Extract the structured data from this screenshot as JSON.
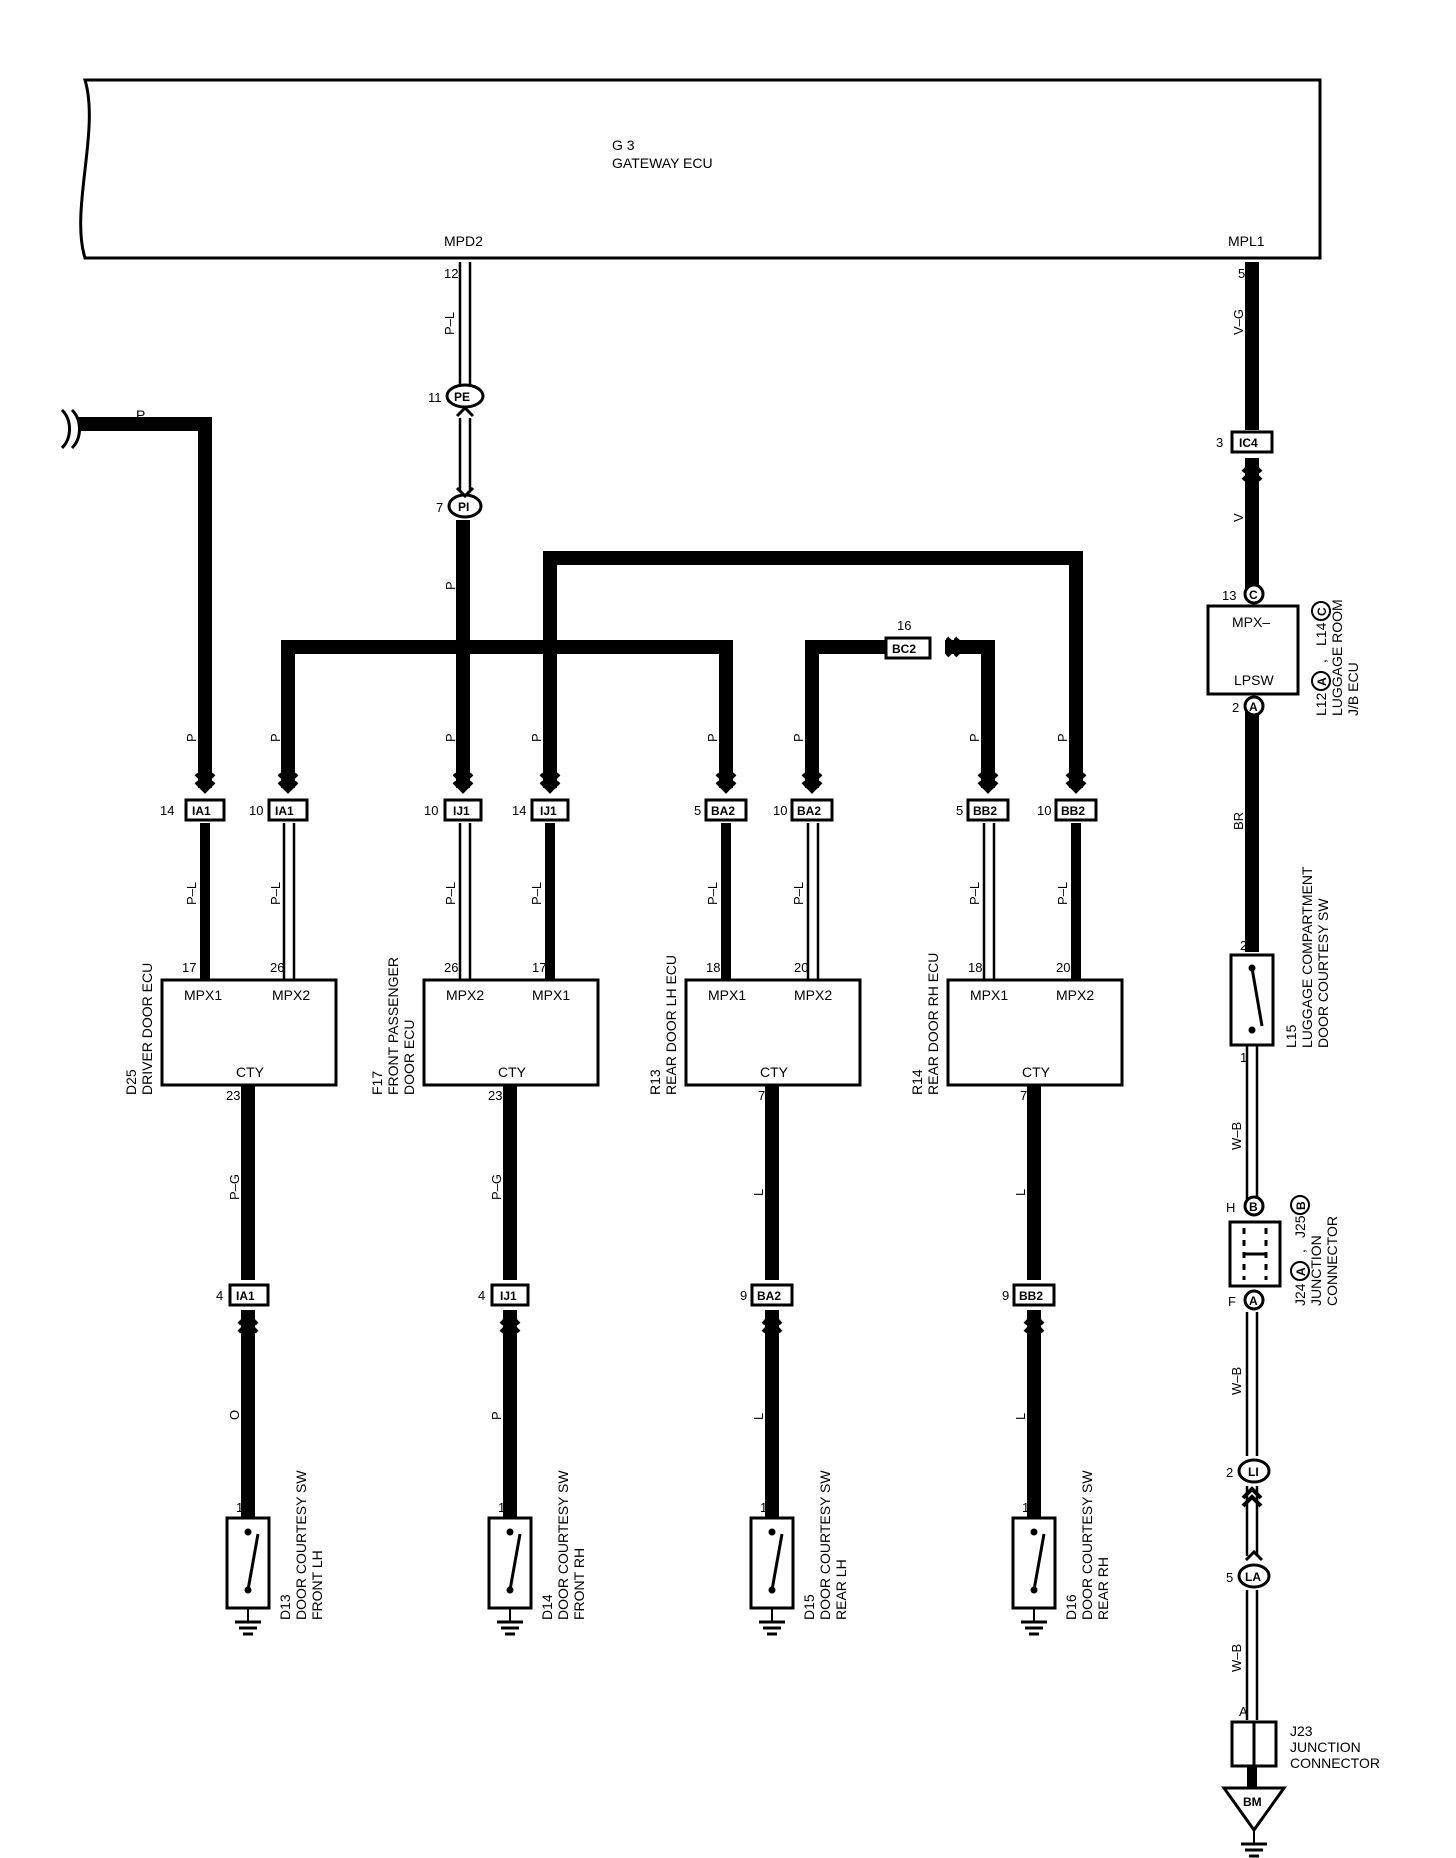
{
  "gateway": {
    "id": "G 3",
    "name": "GATEWAY ECU",
    "term_left": "MPD2",
    "term_right": "MPL1"
  },
  "wire_colors": {
    "p_l": "P–L",
    "p": "P",
    "v_g": "V–G",
    "v": "V",
    "br": "BR",
    "p_g": "P–G",
    "o": "O",
    "l": "L",
    "w_b": "W–B"
  },
  "junctions": {
    "pe": "PE",
    "pi": "PI",
    "li": "LI",
    "la": "LA",
    "bm": "BM"
  },
  "connectors": {
    "ic4": "IC4",
    "bc2": "BC2",
    "ia1": "IA1",
    "ij1": "IJ1",
    "ba2": "BA2",
    "bb2": "BB2"
  },
  "pins": {
    "p12": "12",
    "p11": "11",
    "p7": "7",
    "p5": "5",
    "p3": "3",
    "p13": "13",
    "p2": "2",
    "p16": "16",
    "p14": "14",
    "p10": "10",
    "p17": "17",
    "p26": "26",
    "p18": "18",
    "p20": "20",
    "p23": "23",
    "p4": "4",
    "p9": "9",
    "p1": "1",
    "pA": "A",
    "pC": "C",
    "pB": "B",
    "pH": "H",
    "pF": "F"
  },
  "ecus": {
    "mpx1": "MPX1",
    "mpx2": "MPX2",
    "cty": "CTY",
    "d25_id": "D25",
    "d25_name": "DRIVER DOOR ECU",
    "f17_id": "F17",
    "f17_name1": "FRONT PASSENGER",
    "f17_name2": "DOOR ECU",
    "r13_id": "R13",
    "r13_name": "REAR DOOR LH ECU",
    "r14_id": "R14",
    "r14_name": "REAR DOOR RH ECU"
  },
  "luggage_ecu": {
    "mpx": "MPX–",
    "lpsw": "LPSW",
    "ids": "L12",
    "ids_sep": ",",
    "ids2": "L14",
    "name1": "LUGGAGE ROOM",
    "name2": "J/B ECU"
  },
  "luggage_sw": {
    "id": "L15",
    "name1": "LUGGAGE COMPARTMENT",
    "name2": "DOOR COURTESY SW"
  },
  "junction_connector": {
    "ids": "J24",
    "ids_sep": ",",
    "ids2": "J25",
    "name1": "JUNCTION",
    "name2": "CONNECTOR"
  },
  "j23": {
    "id": "J23",
    "name1": "JUNCTION",
    "name2": "CONNECTOR"
  },
  "switches": {
    "d13_id": "D13",
    "d13_name1": "DOOR COURTESY SW",
    "d13_name2": "FRONT LH",
    "d14_id": "D14",
    "d14_name1": "DOOR COURTESY SW",
    "d14_name2": "FRONT RH",
    "d15_id": "D15",
    "d15_name1": "DOOR COURTESY SW",
    "d15_name2": "REAR LH",
    "d16_id": "D16",
    "d16_name1": "DOOR COURTESY SW",
    "d16_name2": "REAR RH"
  }
}
